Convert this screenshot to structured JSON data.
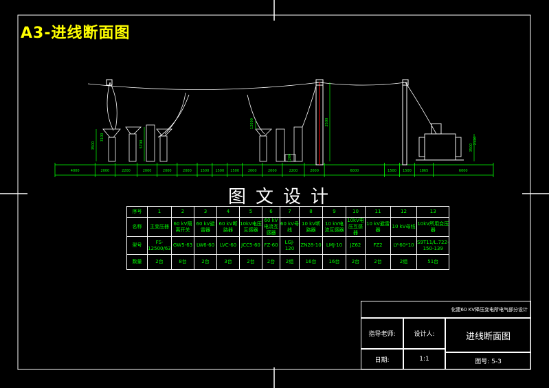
{
  "title": "A3-进线断面图",
  "heading": "图文设计",
  "section_dimensions": [
    "4000",
    "2000",
    "2200",
    "2000",
    "2000",
    "2000",
    "1500",
    "1500",
    "1500",
    "2000",
    "2000",
    "2200",
    "2000",
    "6000",
    "1500",
    "1500",
    "1865",
    "6000"
  ],
  "height_labels": [
    "3500",
    "2500",
    "5700",
    "3500",
    "12000",
    "1200",
    "3100",
    "2120"
  ],
  "table": {
    "index_header": "序号",
    "name_header": "名称",
    "model_header": "型号",
    "qty_header": "数量",
    "columns": [
      {
        "idx": "1",
        "name": "主变压器",
        "model": "FS-12500/63",
        "qty": "2台"
      },
      {
        "idx": "2",
        "name": "60 kV隔离开关",
        "model": "GW5-63",
        "qty": "8台"
      },
      {
        "idx": "3",
        "name": "60 kV避雷器",
        "model": "LW6-60",
        "qty": "2台"
      },
      {
        "idx": "4",
        "name": "60 kV断路器",
        "model": "LVC-60",
        "qty": "3台"
      },
      {
        "idx": "5",
        "name": "10kV电压互感器",
        "model": "JCC5-60",
        "qty": "2台"
      },
      {
        "idx": "6",
        "name": "60 kV电流互感器",
        "model": "FZ-60",
        "qty": "2台"
      },
      {
        "idx": "7",
        "name": "60 kV母线",
        "model": "LGJ-120",
        "qty": "2组"
      },
      {
        "idx": "8",
        "name": "10 kV断路器",
        "model": "ZN28-10",
        "qty": "16台"
      },
      {
        "idx": "9",
        "name": "10 kV电流互感器",
        "model": "LMJ-10",
        "qty": "16台"
      },
      {
        "idx": "10",
        "name": "10kV电压互感器",
        "model": "JZ62",
        "qty": "2台"
      },
      {
        "idx": "11",
        "name": "10 kV避雷器",
        "model": "FZ2",
        "qty": "2台"
      },
      {
        "idx": "12",
        "name": "10 kV母线",
        "model": "LY-60*10",
        "qty": "2组"
      },
      {
        "idx": "13",
        "name": "10kV所用变压器",
        "model": "S9T11/L.722-150-139",
        "qty": "51台"
      }
    ]
  },
  "title_block": {
    "project": "化建60 KV降压变电所电气部分设计",
    "instructor_label": "指导老师:",
    "designer_label": "设计人:",
    "drawing_name": "进线断面图",
    "date_label": "日期:",
    "scale": "1:1",
    "drawing_no": "图号: 5-3"
  },
  "colors": {
    "background": "#000000",
    "lines": "#ffffff",
    "dimensions": "#00ff00",
    "title": "#ffff00",
    "bus_red": "#ff0000"
  }
}
